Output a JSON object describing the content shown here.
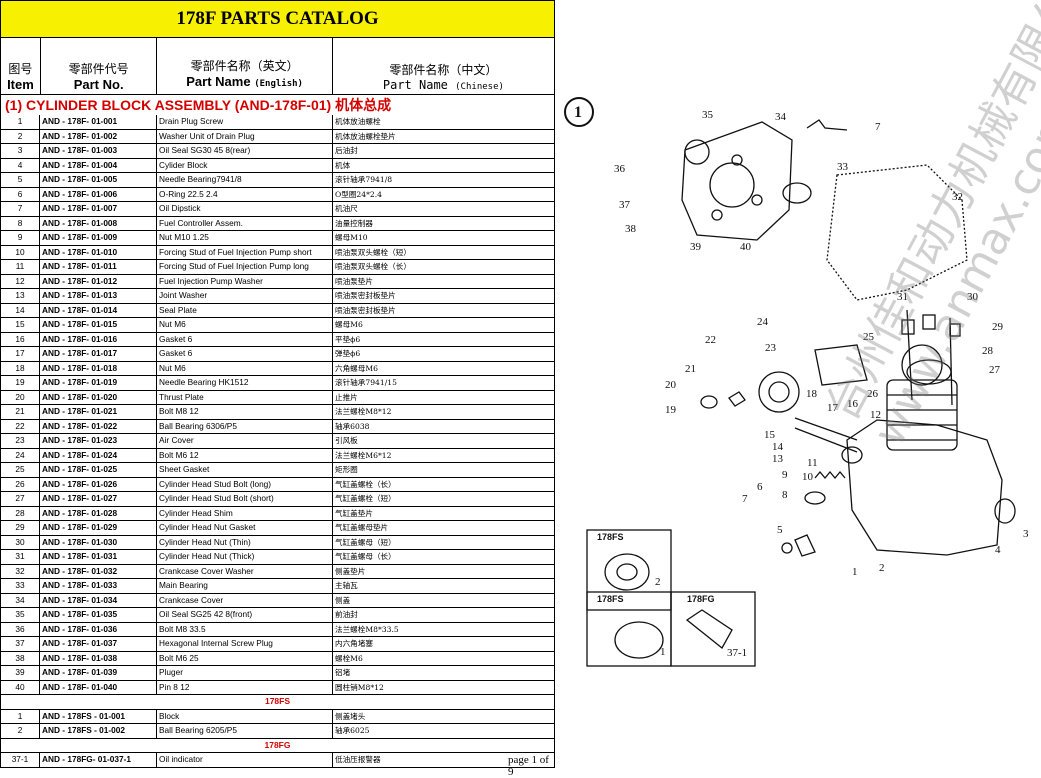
{
  "title": "178F PARTS CATALOG",
  "header": {
    "item_cn": "图号",
    "item_en": "Item",
    "part_cn": "零部件代号",
    "part_en": "Part No.",
    "name_en_cn": "零部件名称（英文）",
    "name_en_en": "Part Name",
    "name_en_small": "(English)",
    "name_cn_cn": "零部件名称（中文）",
    "name_cn_en": "Part Name",
    "name_cn_small": "(Chinese)"
  },
  "section_title": "(1) CYLINDER BLOCK ASSEMBLY (AND-178F-01)  机体总成",
  "rows": [
    {
      "item": "1",
      "part": "AND - 178F- 01-001",
      "en": "Drain Plug Screw",
      "cn": "机体放油螺栓"
    },
    {
      "item": "2",
      "part": "AND - 178F- 01-002",
      "en": "Washer Unit of Drain Plug",
      "cn": "机体放油螺栓垫片"
    },
    {
      "item": "3",
      "part": "AND - 178F- 01-003",
      "en": "Oil Seal SG30 45 8(rear)",
      "cn": "后油封"
    },
    {
      "item": "4",
      "part": "AND - 178F- 01-004",
      "en": "Cylider Block",
      "cn": "机体"
    },
    {
      "item": "5",
      "part": "AND - 178F- 01-005",
      "en": "Needle Bearing7941/8",
      "cn": "滚针轴承7941/8"
    },
    {
      "item": "6",
      "part": "AND - 178F- 01-006",
      "en": "O-Ring 22.5 2.4",
      "cn": "O型圈24*2.4"
    },
    {
      "item": "7",
      "part": "AND - 178F- 01-007",
      "en": "Oil Dipstick",
      "cn": "机油尺"
    },
    {
      "item": "8",
      "part": "AND - 178F- 01-008",
      "en": "Fuel Controller Assem.",
      "cn": "油量控制器"
    },
    {
      "item": "9",
      "part": "AND - 178F- 01-009",
      "en": "Nut M10 1.25",
      "cn": "螺母M10"
    },
    {
      "item": "10",
      "part": "AND - 178F- 01-010",
      "en": "Forcing Stud of Fuel Injection Pump short",
      "cn": "喷油泵双头螺栓（短）"
    },
    {
      "item": "11",
      "part": "AND - 178F- 01-011",
      "en": "Forcing Stud of Fuel Injection Pump long",
      "cn": "喷油泵双头螺栓（长）"
    },
    {
      "item": "12",
      "part": "AND - 178F- 01-012",
      "en": "Fuel Injection Pump Washer",
      "cn": "喷油泵垫片"
    },
    {
      "item": "13",
      "part": "AND - 178F- 01-013",
      "en": "Joint Washer",
      "cn": "喷油泵密封板垫片"
    },
    {
      "item": "14",
      "part": "AND - 178F- 01-014",
      "en": "Seal Plate",
      "cn": "喷油泵密封板垫片"
    },
    {
      "item": "15",
      "part": "AND - 178F- 01-015",
      "en": "Nut M6",
      "cn": "螺母M6"
    },
    {
      "item": "16",
      "part": "AND - 178F- 01-016",
      "en": "Gasket 6",
      "cn": "平垫ϕ6"
    },
    {
      "item": "17",
      "part": "AND - 178F- 01-017",
      "en": "Gasket 6",
      "cn": "弹垫ϕ6"
    },
    {
      "item": "18",
      "part": "AND - 178F- 01-018",
      "en": "Nut M6",
      "cn": "六角螺母M6"
    },
    {
      "item": "19",
      "part": "AND - 178F- 01-019",
      "en": "Needle Bearing HK1512",
      "cn": "滚针轴承7941/15"
    },
    {
      "item": "20",
      "part": "AND - 178F- 01-020",
      "en": "Thrust Plate",
      "cn": "止推片"
    },
    {
      "item": "21",
      "part": "AND - 178F- 01-021",
      "en": "Bolt M8 12",
      "cn": "法兰螺栓M8*12"
    },
    {
      "item": "22",
      "part": "AND - 178F- 01-022",
      "en": "Ball Bearing 6306/P5",
      "cn": "轴承6038"
    },
    {
      "item": "23",
      "part": "AND - 178F- 01-023",
      "en": "Air Cover",
      "cn": "引风板"
    },
    {
      "item": "24",
      "part": "AND - 178F- 01-024",
      "en": "Bolt M6 12",
      "cn": "法兰螺栓M6*12"
    },
    {
      "item": "25",
      "part": "AND - 178F- 01-025",
      "en": "Sheet Gasket",
      "cn": "矩形圈"
    },
    {
      "item": "26",
      "part": "AND - 178F- 01-026",
      "en": "Cylinder Head Stud Bolt (long)",
      "cn": "气缸盖螺栓（长）"
    },
    {
      "item": "27",
      "part": "AND - 178F- 01-027",
      "en": "Cylinder Head Stud Bolt (short)",
      "cn": "气缸盖螺栓（短）"
    },
    {
      "item": "28",
      "part": "AND - 178F- 01-028",
      "en": "Cylinder Head Shim",
      "cn": "气缸盖垫片"
    },
    {
      "item": "29",
      "part": "AND - 178F- 01-029",
      "en": "Cylinder Head Nut Gasket",
      "cn": "气缸盖螺母垫片"
    },
    {
      "item": "30",
      "part": "AND - 178F- 01-030",
      "en": "Cylinder Head Nut (Thin)",
      "cn": "气缸盖螺母（短）"
    },
    {
      "item": "31",
      "part": "AND - 178F- 01-031",
      "en": "Cylinder Head Nut (Thick)",
      "cn": "气缸盖螺母（长）"
    },
    {
      "item": "32",
      "part": "AND - 178F- 01-032",
      "en": "Crankcase Cover Washer",
      "cn": "侧盖垫片"
    },
    {
      "item": "33",
      "part": "AND - 178F- 01-033",
      "en": "Main Bearing",
      "cn": "主轴瓦"
    },
    {
      "item": "34",
      "part": "AND - 178F- 01-034",
      "en": "Crankcase Cover",
      "cn": "侧盖"
    },
    {
      "item": "35",
      "part": "AND - 178F- 01-035",
      "en": "Oil Seal SG25 42 8(front)",
      "cn": "前油封"
    },
    {
      "item": "36",
      "part": "AND - 178F- 01-036",
      "en": "Bolt M8 33.5",
      "cn": "法兰螺栓M8*33.5"
    },
    {
      "item": "37",
      "part": "AND - 178F- 01-037",
      "en": "Hexagonal Internal Screw Plug",
      "cn": "内六角堵塞"
    },
    {
      "item": "38",
      "part": "AND - 178F- 01-038",
      "en": "Bolt M6 25",
      "cn": "螺栓M6"
    },
    {
      "item": "39",
      "part": "AND - 178F- 01-039",
      "en": "Pluger",
      "cn": "铝堵"
    },
    {
      "item": "40",
      "part": "AND - 178F- 01-040",
      "en": "Pin 8 12",
      "cn": "圆柱销M8*12"
    }
  ],
  "sub1_title": "178FS",
  "rows_fs": [
    {
      "item": "1",
      "part": "AND - 178FS - 01-001",
      "en": "Block",
      "cn": "侧盖堵头"
    },
    {
      "item": "2",
      "part": "AND - 178FS - 01-002",
      "en": "Ball Bearing 6205/P5",
      "cn": "轴承6025"
    }
  ],
  "sub2_title": "178FG",
  "rows_fg": [
    {
      "item": "37-1",
      "part": "AND - 178FG- 01-037-1",
      "en": "Oil indicator",
      "cn": "低油压报警器"
    }
  ],
  "page_label": "page 1 of 9",
  "watermark_cn": "台州佳和动力机械有限公司",
  "watermark_url": "www.anmax.com.cn",
  "diagram": {
    "section_marker": "1",
    "callouts": [
      "35",
      "34",
      "7",
      "36",
      "33",
      "37",
      "38",
      "39",
      "40",
      "32",
      "31",
      "30",
      "29",
      "24",
      "22",
      "25",
      "23",
      "28",
      "27",
      "21",
      "26",
      "20",
      "18",
      "17",
      "16",
      "19",
      "12",
      "15",
      "14",
      "13",
      "11",
      "10",
      "9",
      "8",
      "7",
      "6",
      "5",
      "4",
      "3",
      "2",
      "1"
    ],
    "inset1_title": "178FS",
    "inset1_label": "2",
    "inset2_title": "178FS",
    "inset2_label": "1",
    "inset3_title": "178FG",
    "inset3_label": "37-1"
  }
}
